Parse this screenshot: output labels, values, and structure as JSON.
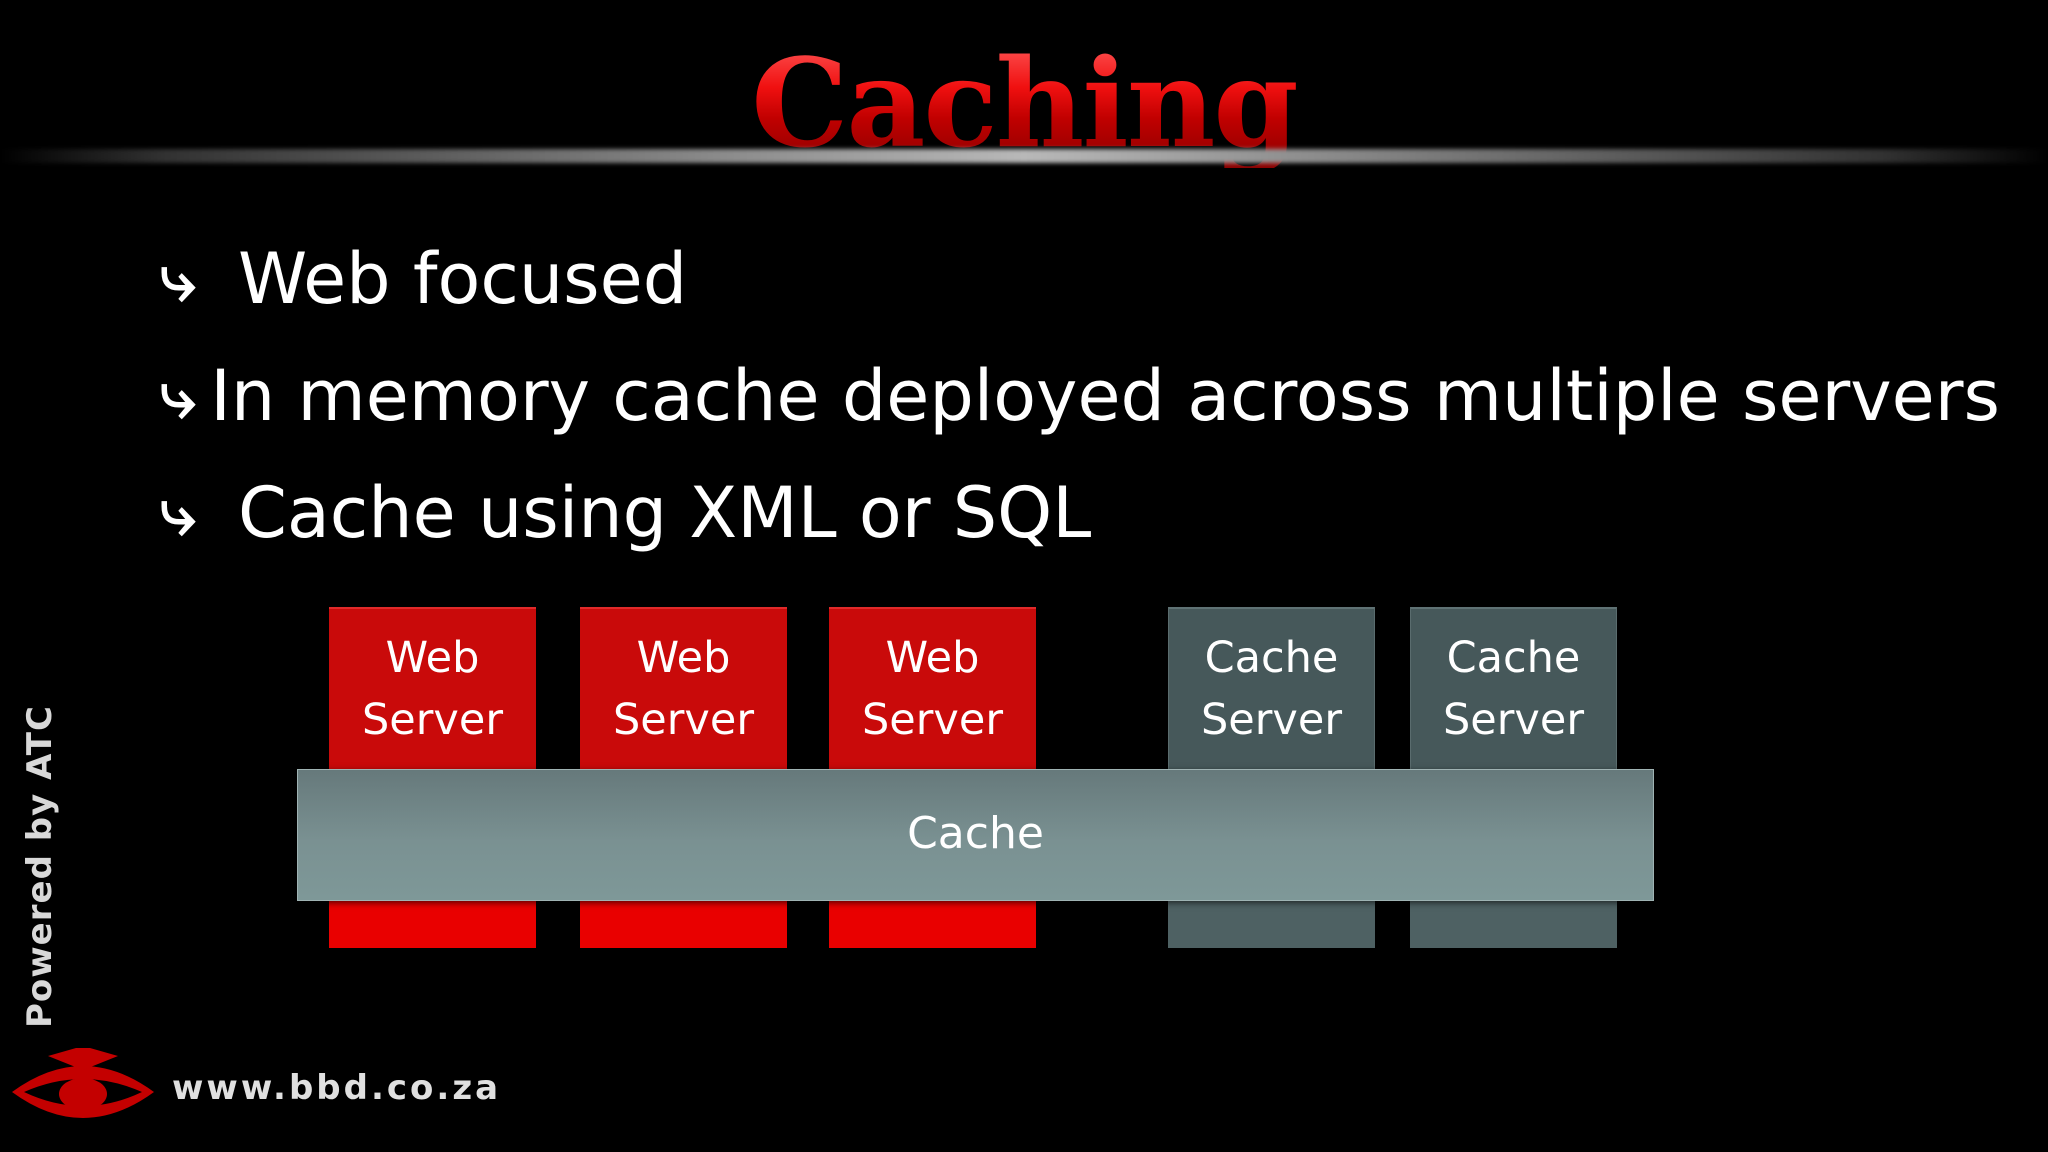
{
  "slide": {
    "title": "Caching",
    "bullets": [
      {
        "icon": "curved-arrow-icon",
        "text": "Web focused"
      },
      {
        "icon": "curved-arrow-icon",
        "text": "In memory cache deployed across multiple servers"
      },
      {
        "icon": "curved-arrow-icon",
        "text": "Cache using XML or SQL"
      }
    ],
    "bullet_glyph": "⤷"
  },
  "diagram": {
    "web_servers": [
      {
        "label": "Web\nServer"
      },
      {
        "label": "Web\nServer"
      },
      {
        "label": "Web\nServer"
      }
    ],
    "cache_servers": [
      {
        "label": "Cache\nServer"
      },
      {
        "label": "Cache\nServer"
      }
    ],
    "cache_layer_label": "Cache",
    "colors": {
      "web_server": "#c90a0a",
      "cache_server": "#46585a",
      "cache_layer": "#7a9192"
    }
  },
  "branding": {
    "powered_by": "Powered by ATC",
    "url": "www.bbd.co.za",
    "logo_icon": "bbd-eye-logo-icon",
    "logo_color": "#c40000"
  }
}
